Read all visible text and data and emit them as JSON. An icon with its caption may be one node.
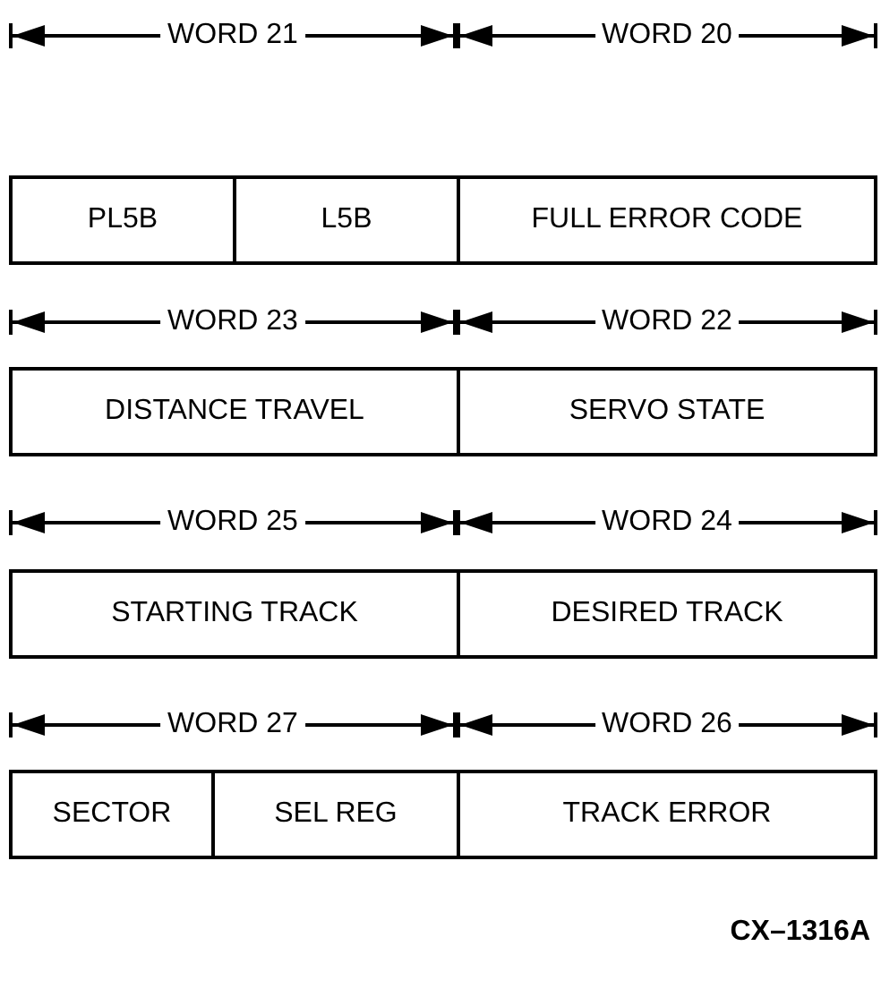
{
  "diagram": {
    "caption": "CX–1316A",
    "nodes": [
      {
        "text": [
          "PL5B"
        ]
      },
      {
        "text": [
          "L5B"
        ]
      },
      {
        "text": [
          "FULL ERROR CODE"
        ]
      },
      {
        "text": [
          "DISTANCE TRAVEL"
        ]
      },
      {
        "text": [
          "SERVO STATE"
        ]
      },
      {
        "text": [
          "STARTING TRACK"
        ]
      },
      {
        "text": [
          "DESIRED TRACK"
        ]
      },
      {
        "text": [
          "SECTOR"
        ]
      },
      {
        "text": [
          "SEL REG"
        ]
      },
      {
        "text": [
          "TRACK ERROR"
        ]
      }
    ],
    "edges": [],
    "labels": [
      "WORD 21",
      "WORD 20",
      "WORD 23",
      "WORD 22",
      "WORD 25",
      "WORD 24",
      "WORD 27",
      "WORD 26"
    ]
  }
}
